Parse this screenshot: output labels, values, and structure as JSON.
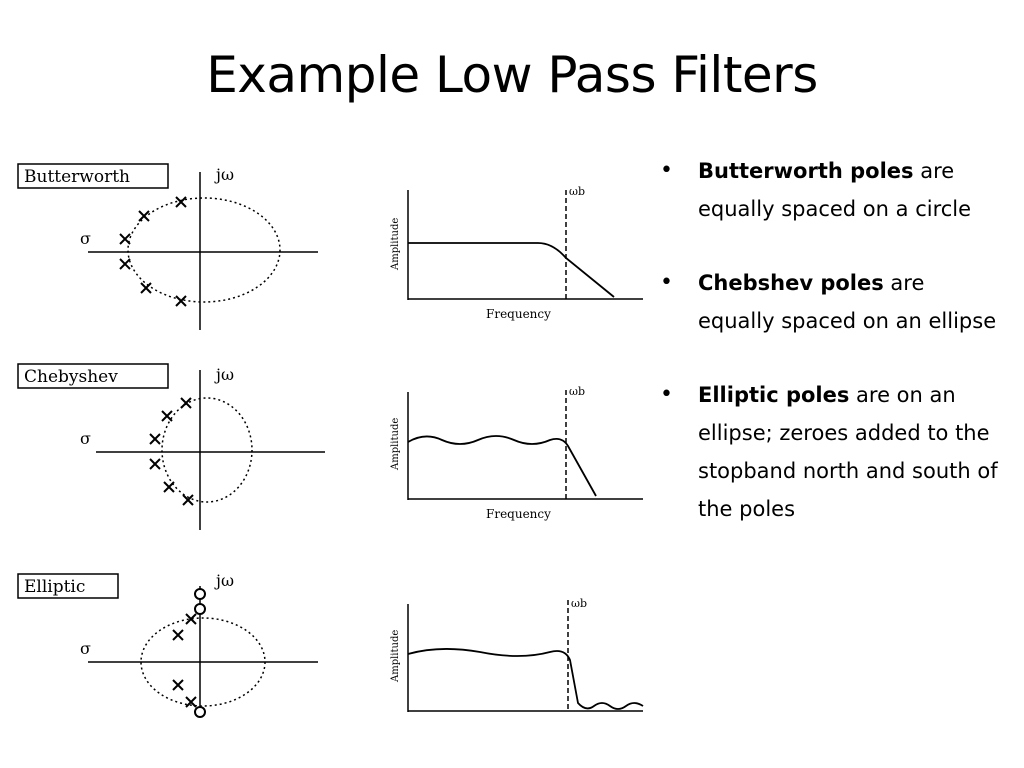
{
  "slide": {
    "title": "Example Low Pass Filters"
  },
  "figures": [
    {
      "label": "Butterworth",
      "imag_axis": "jω",
      "real_axis": "σ",
      "y_label": "Amplitude",
      "x_label": "Frequency",
      "cutoff_label": "ωb"
    },
    {
      "label": "Chebyshev",
      "imag_axis": "jω",
      "real_axis": "σ",
      "y_label": "Amplitude",
      "x_label": "Frequency",
      "cutoff_label": "ωb"
    },
    {
      "label": "Elliptic",
      "imag_axis": "jω",
      "real_axis": "σ",
      "y_label": "Amplitude",
      "cutoff_label": "ωb"
    }
  ],
  "bullets": [
    {
      "bold": "Butterworth poles",
      "rest": " are equally spaced on a circle"
    },
    {
      "bold": "Chebshev poles",
      "rest": " are equally spaced on an ellipse"
    },
    {
      "bold": "Elliptic poles",
      "rest": " are on an ellipse; zeroes added to the stopband north and south of the poles"
    }
  ],
  "bullet_glyph": "•",
  "colors": {
    "ink": "#000000",
    "background": "#ffffff"
  }
}
